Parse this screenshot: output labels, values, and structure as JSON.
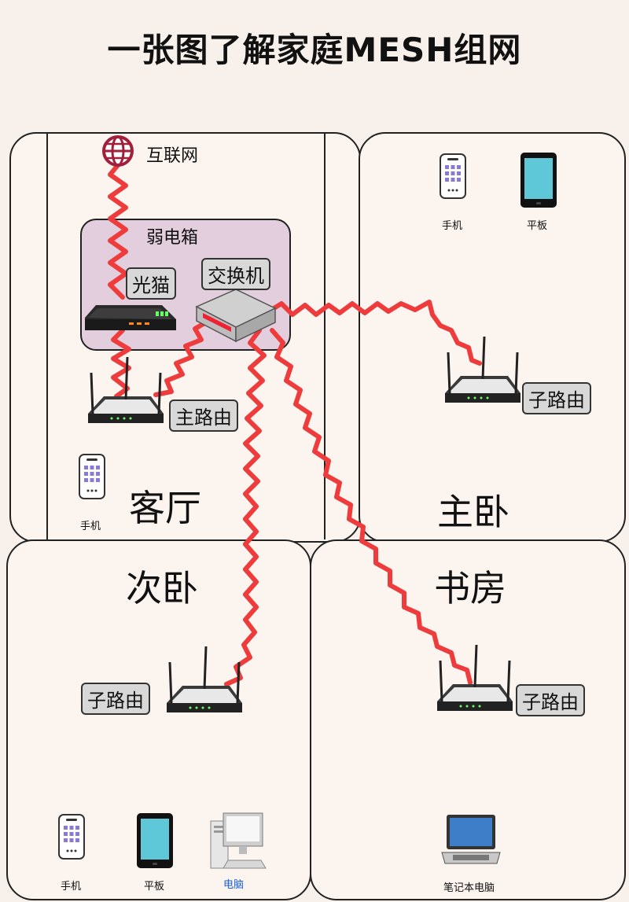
{
  "title": "一张图了解家庭MESH组网",
  "rooms": {
    "living": "客厅",
    "master": "主卧",
    "second": "次卧",
    "study": "书房"
  },
  "labels": {
    "internet": "互联网",
    "weak_box": "弱电箱",
    "modem": "光猫",
    "switch": "交换机",
    "main_router": "主路由",
    "sub_router_master": "子路由",
    "sub_router_second": "子路由",
    "sub_router_study": "子路由"
  },
  "devices": {
    "living_phone": "手机",
    "master_phone": "手机",
    "master_tablet": "平板",
    "second_phone": "手机",
    "second_tablet": "平板",
    "second_pc": "电脑",
    "study_laptop": "笔记本电脑"
  },
  "colors": {
    "link": "#ee3b3b",
    "weak_box_fill": "#e3cedd",
    "tablet_screen": "#5ec8d8",
    "pc_label": "#1a5fd0"
  }
}
